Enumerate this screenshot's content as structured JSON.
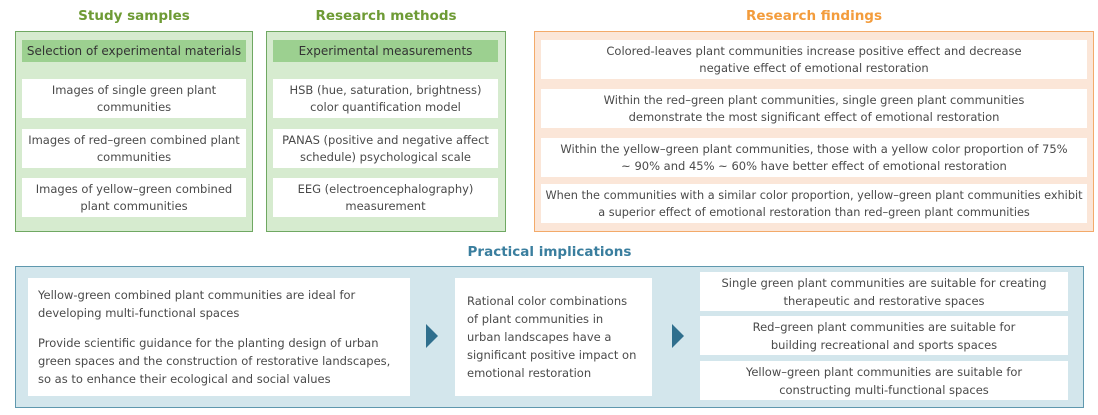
{
  "study_samples": {
    "title": "Study samples",
    "header": "Selection of experimental materials",
    "items": [
      "Images of single green plant communities",
      "Images of red–green combined plant communities",
      "Images of yellow–green combined plant communities"
    ]
  },
  "research_methods": {
    "title": "Research methods",
    "header": "Experimental measurements",
    "items": [
      "HSB (hue, saturation, brightness) color quantification model",
      "PANAS (positive and negative affect schedule) psychological scale",
      "EEG (electroencephalography) measurement"
    ]
  },
  "research_findings": {
    "title": "Research findings",
    "items": [
      "Colored-leaves plant communities increase positive effect and decrease negative effect of emotional restoration",
      "Within the red–green plant communities, single green plant communities demonstrate the most significant effect of emotional restoration",
      "Within the yellow–green plant communities, those with a yellow color proportion of 75% ~ 90% and 45% ~ 60% have better effect of emotional restoration",
      "When the communities with a similar color proportion, yellow–green plant communities exhibit a superior effect of emotional restoration than red–green plant communities"
    ]
  },
  "practical_implications": {
    "title": "Practical implications",
    "left": [
      "Yellow-green combined plant communities are ideal for developing multi-functional spaces",
      "Provide scientific guidance for the planting design of urban green spaces and the construction of restorative landscapes, so as to enhance their ecological and social values"
    ],
    "middle": "Rational color combinations of plant communities in urban landscapes have a significant positive impact on emotional restoration",
    "right": [
      "Single green plant communities are suitable for creating therapeutic and restorative spaces",
      "Red–green plant communities are suitable for building recreational and sports spaces",
      "Yellow–green plant communities are suitable for constructing multi-functional spaces"
    ]
  }
}
